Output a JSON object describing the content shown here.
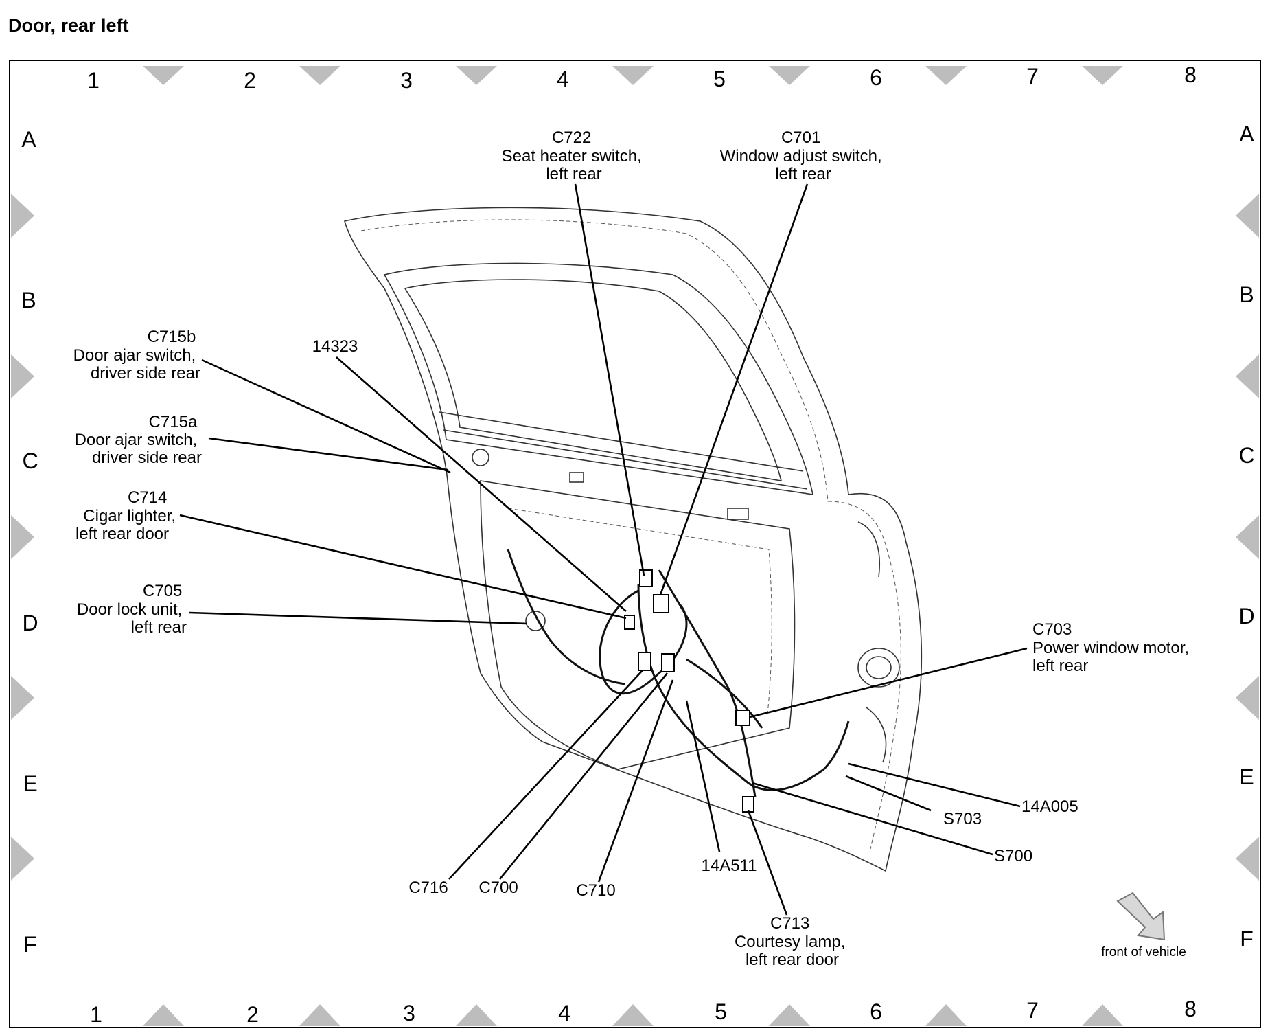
{
  "page": {
    "title": "Door, rear left"
  },
  "grid": {
    "columns": [
      "1",
      "2",
      "3",
      "4",
      "5",
      "6",
      "7",
      "8"
    ],
    "rows": [
      "A",
      "B",
      "C",
      "D",
      "E",
      "F"
    ]
  },
  "callouts": [
    {
      "id": "c722",
      "lines": [
        "C722",
        "Seat heater switch,",
        "left rear"
      ]
    },
    {
      "id": "c701",
      "lines": [
        "C701",
        "Window adjust switch,",
        "left rear"
      ]
    },
    {
      "id": "c715b",
      "lines": [
        "C715b",
        "Door ajar switch,",
        "driver side rear"
      ]
    },
    {
      "id": "n14323",
      "lines": [
        "14323"
      ]
    },
    {
      "id": "c715a",
      "lines": [
        "C715a",
        "Door ajar switch,",
        "driver side rear"
      ]
    },
    {
      "id": "c714",
      "lines": [
        "C714",
        "Cigar lighter,",
        "left rear door"
      ]
    },
    {
      "id": "c705",
      "lines": [
        "C705",
        "Door lock unit,",
        "left rear"
      ]
    },
    {
      "id": "c703",
      "lines": [
        "C703",
        "Power window motor,",
        "left rear"
      ]
    },
    {
      "id": "n14a005",
      "lines": [
        "14A005"
      ]
    },
    {
      "id": "s703",
      "lines": [
        "S703"
      ]
    },
    {
      "id": "s700",
      "lines": [
        "S700"
      ]
    },
    {
      "id": "c716",
      "lines": [
        "C716"
      ]
    },
    {
      "id": "c700",
      "lines": [
        "C700"
      ]
    },
    {
      "id": "c710",
      "lines": [
        "C710"
      ]
    },
    {
      "id": "n14a511",
      "lines": [
        "14A511"
      ]
    },
    {
      "id": "c713",
      "lines": [
        "C713",
        "Courtesy lamp,",
        "left rear door"
      ]
    }
  ],
  "orientation_note": "front of vehicle"
}
